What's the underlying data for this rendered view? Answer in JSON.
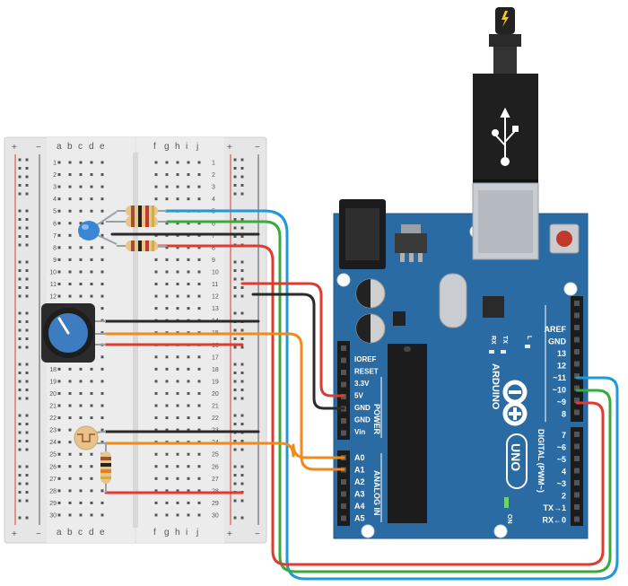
{
  "breadboard": {
    "columns_left": [
      "a",
      "b",
      "c",
      "d",
      "e"
    ],
    "columns_right": [
      "f",
      "g",
      "h",
      "i",
      "j"
    ],
    "rows": [
      "1",
      "2",
      "3",
      "4",
      "5",
      "6",
      "7",
      "8",
      "9",
      "10",
      "11",
      "12",
      "13",
      "14",
      "15",
      "16",
      "17",
      "18",
      "19",
      "20",
      "21",
      "22",
      "23",
      "24",
      "25",
      "26",
      "27",
      "28",
      "29",
      "30"
    ],
    "rail_plus": "+",
    "rail_minus": "−"
  },
  "arduino": {
    "brand": "ARDUINO",
    "model": "UNO",
    "power_label": "POWER",
    "analog_label": "ANALOG IN",
    "digital_label": "DIGITAL (PWM~)",
    "on_label": "ON",
    "led_labels": [
      "RX",
      "TX",
      "L"
    ],
    "power_pins": [
      "IOREF",
      "RESET",
      "3.3V",
      "5V",
      "GND",
      "GND",
      "Vin"
    ],
    "analog_pins": [
      "A0",
      "A1",
      "A2",
      "A3",
      "A4",
      "A5"
    ],
    "digital_pins_top": [
      "AREF",
      "GND",
      "13",
      "12",
      "~11",
      "~10",
      "~9",
      "8"
    ],
    "digital_pins_bottom": [
      "7",
      "~6",
      "~5",
      "4",
      "~3",
      "2",
      "TX→1",
      "RX←0"
    ]
  },
  "colors": {
    "board": "#2b6ba3",
    "wire_red": "#e03b2e",
    "wire_black": "#2a2a2a",
    "wire_orange": "#f08a1c",
    "wire_blue": "#1f9ad6",
    "wire_green": "#3aaa3a",
    "led_blue": "#3a86d6"
  }
}
